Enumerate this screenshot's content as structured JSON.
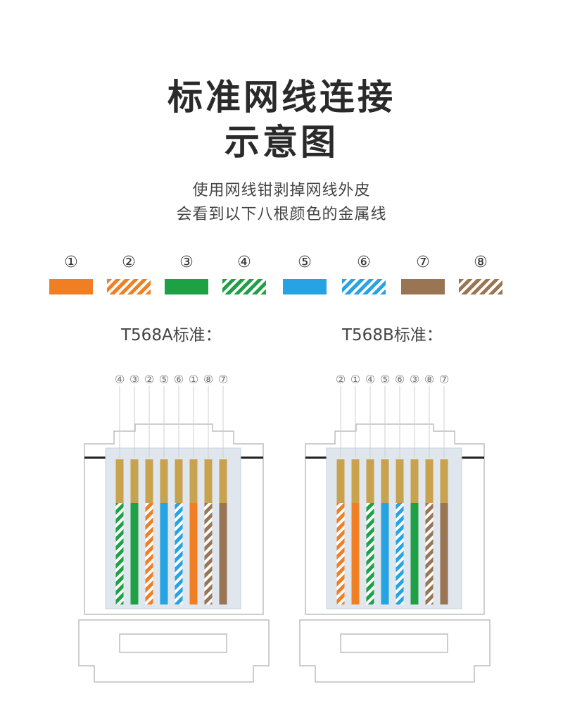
{
  "header": {
    "title_line1": "标准网线连接",
    "title_line2": "示意图",
    "subtitle_line1": "使用网线钳剥掉网线外皮",
    "subtitle_line2": "会看到以下八根颜色的金属线"
  },
  "legend": [
    {
      "num": "①",
      "color": "#f07f24",
      "striped": false
    },
    {
      "num": "②",
      "color": "#f07f24",
      "striped": true
    },
    {
      "num": "③",
      "color": "#1ea145",
      "striped": false
    },
    {
      "num": "④",
      "color": "#1ea145",
      "striped": true
    },
    {
      "num": "⑤",
      "color": "#26a3e3",
      "striped": false
    },
    {
      "num": "⑥",
      "color": "#26a3e3",
      "striped": true
    },
    {
      "num": "⑦",
      "color": "#9a7554",
      "striped": false
    },
    {
      "num": "⑧",
      "color": "#9a7554",
      "striped": true
    }
  ],
  "standards": [
    {
      "label": "T568A标准：",
      "order": [
        "④",
        "③",
        "②",
        "⑤",
        "⑥",
        "①",
        "⑧",
        "⑦"
      ]
    },
    {
      "label": "T568B标准：",
      "order": [
        "②",
        "①",
        "④",
        "⑤",
        "⑥",
        "③",
        "⑧",
        "⑦"
      ]
    }
  ],
  "colors": {
    "plug_outline": "#bdbdbd",
    "plug_body": "#ffffff",
    "plug_inner": "#dfe6ee",
    "contact_gold": "#c9a24e",
    "label_line": "#cfcfcf"
  }
}
